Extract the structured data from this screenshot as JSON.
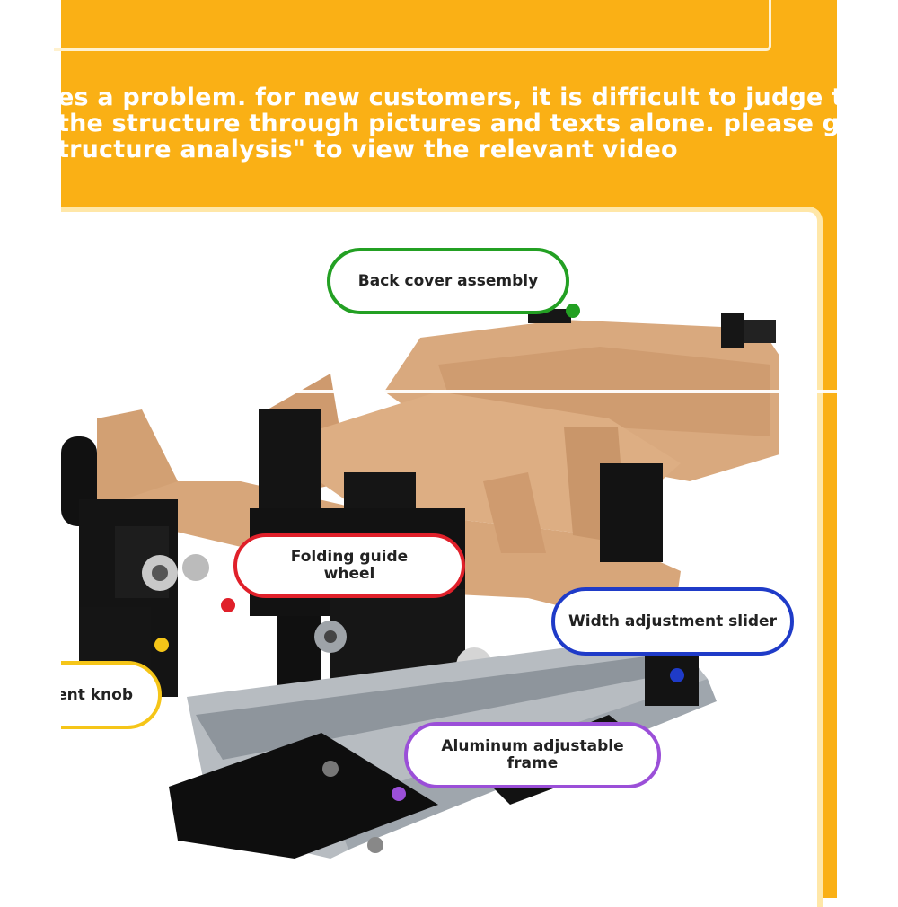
{
  "headline": {
    "line1": "es a problem. for new customers, it is difficult to judge the",
    "line2": " the structure through pictures and texts alone. please go to",
    "line3": "tructure analysis\" to view the relevant video"
  },
  "callouts": [
    {
      "id": "back_cover",
      "text": "Back cover assembly",
      "color": "#23A023"
    },
    {
      "id": "folding_guide",
      "text": "Folding guide wheel",
      "line1": "Folding guide",
      "line2": "wheel",
      "color": "#E0202A"
    },
    {
      "id": "width_slider",
      "text": "Width adjustment slider",
      "color": "#1F3BC8"
    },
    {
      "id": "knob",
      "text": "ent knob",
      "color": "#F5C518"
    },
    {
      "id": "aluminum_frame",
      "text": "Aluminum adjustable frame",
      "line1": "Aluminum adjustable",
      "line2": "frame",
      "color": "#9B4FD8"
    }
  ],
  "colors": {
    "background_orange": "#FAB015",
    "panel_white": "#FFFFFF",
    "cardboard": "#D9A97E",
    "machine_black": "#141414"
  }
}
